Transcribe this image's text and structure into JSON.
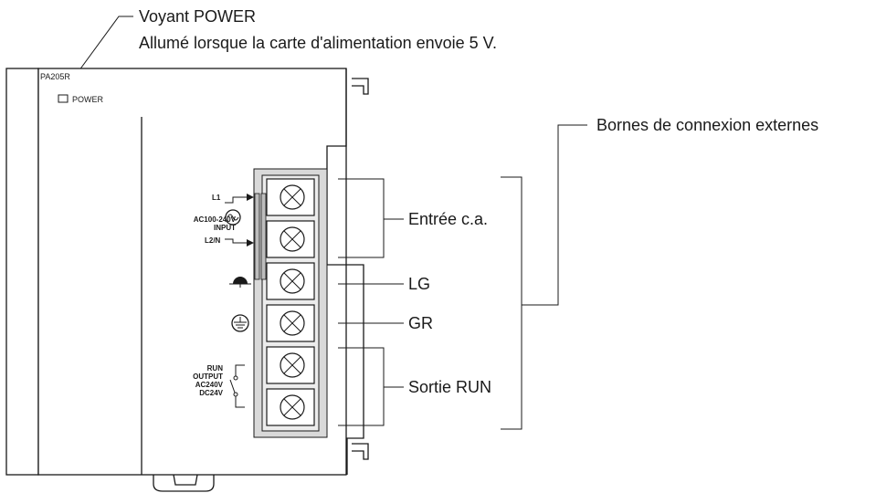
{
  "callouts": {
    "power_title": "Voyant POWER",
    "power_desc": "Allumé lorsque la carte d'alimentation envoie 5 V.",
    "terminals": "Bornes de connexion externes",
    "ac_input": "Entrée c.a.",
    "lg": "LG",
    "gr": "GR",
    "run_output": "Sortie RUN"
  },
  "unit": {
    "model": "PA205R",
    "power_led_label": "POWER",
    "l1": "L1",
    "l2n": "L2/N",
    "ac_line1": "AC100-240V",
    "ac_line2": "INPUT",
    "run_line1": "RUN",
    "run_line2": "OUTPUT",
    "run_line3": "AC240V",
    "run_line4": "DC24V"
  },
  "icons": [
    "ac-wave-icon",
    "functional-ground-icon",
    "protective-earth-icon",
    "relay-contact-icon",
    "terminal-screw-icon"
  ]
}
